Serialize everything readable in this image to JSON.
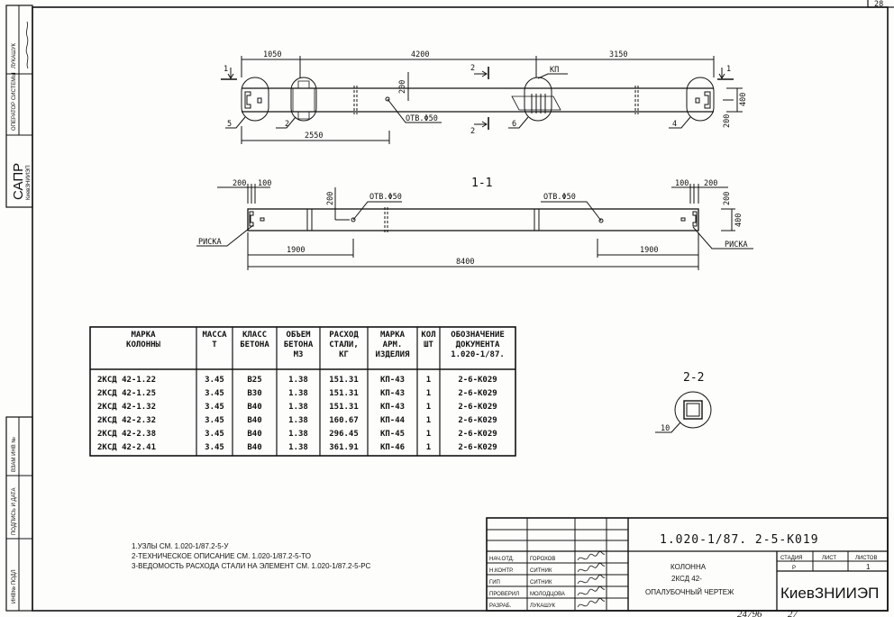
{
  "sheet_number": "28",
  "left_strip": {
    "operator_name": "ЛУКАШУК",
    "operator_label": "ОПЕРАТОР СИСТЕМЫ",
    "sapr": "САПР",
    "sapr_org": "КиевЗНИИЭП",
    "vzam_inv": "ВЗАМ ИНВ №",
    "podpis_data": "ПОДПИСЬ И ДАТА",
    "inv_podl": "ИНВ№ ПОДЛ"
  },
  "plan_view": {
    "dims": {
      "d1050": "1050",
      "d4200": "4200",
      "d3150": "3150",
      "d2550": "2550",
      "d200_top": "200",
      "d400": "400",
      "d200_right": "200"
    },
    "section_mark_1": "1",
    "section_mark_2": "2",
    "kp_label": "КП",
    "hole_label": "ОТВ.Φ50",
    "callouts": [
      "5",
      "2",
      "6",
      "4"
    ]
  },
  "section_1_1": {
    "title": "1-1",
    "dims": {
      "l200": "200",
      "l100": "100",
      "r100": "100",
      "r200": "200",
      "v200_left": "200",
      "v200_right": "200",
      "v400": "400",
      "d1900_left": "1900",
      "d1900_right": "1900",
      "d8400": "8400"
    },
    "hole_label_left": "ОТВ.Φ50",
    "hole_label_right": "ОТВ.Φ50",
    "riska_left": "РИСКА",
    "riska_right": "РИСКА"
  },
  "section_2_2": {
    "title": "2-2",
    "callout": "10"
  },
  "table": {
    "headers": [
      [
        "МАРКА",
        "КОЛОННЫ"
      ],
      [
        "МАССА",
        "Т"
      ],
      [
        "КЛАСС",
        "БЕТОНА"
      ],
      [
        "ОБЪЕМ",
        "БЕТОНА",
        "М3"
      ],
      [
        "РАСХОД",
        "СТАЛИ,",
        "КГ"
      ],
      [
        "МАРКА",
        "АРМ.",
        "ИЗДЕЛИЯ"
      ],
      [
        "КОЛ",
        "ШТ"
      ],
      [
        "ОБОЗНАЧЕНИЕ",
        "ДОКУМЕНТА",
        "1.020-1/87."
      ]
    ],
    "rows": [
      [
        "2КСД 42-1.22",
        "3.45",
        "B25",
        "1.38",
        "151.31",
        "КП-43",
        "1",
        "2-6-К029"
      ],
      [
        "2КСД 42-1.25",
        "3.45",
        "B30",
        "1.38",
        "151.31",
        "КП-43",
        "1",
        "2-6-К029"
      ],
      [
        "2КСД 42-1.32",
        "3.45",
        "B40",
        "1.38",
        "151.31",
        "КП-43",
        "1",
        "2-6-К029"
      ],
      [
        "2КСД 42-2.32",
        "3.45",
        "B40",
        "1.38",
        "160.67",
        "КП-44",
        "1",
        "2-6-К029"
      ],
      [
        "2КСД 42-2.38",
        "3.45",
        "B40",
        "1.38",
        "296.45",
        "КП-45",
        "1",
        "2-6-К029"
      ],
      [
        "2КСД 42-2.41",
        "3.45",
        "B40",
        "1.38",
        "361.91",
        "КП-46",
        "1",
        "2-6-К029"
      ]
    ]
  },
  "notes": [
    "1.УЗЛЫ СМ. 1.020-1/87.2-5-У",
    "2-ТЕХНИЧЕСКОЕ ОПИСАНИЕ СМ. 1.020-1/87.2-5-ТО",
    "3-ВЕДОМОСТЬ РАСХОДА СТАЛИ НА ЭЛЕМЕНТ СМ. 1.020-1/87.2-5-РС"
  ],
  "title_block": {
    "doc_code": "1.020-1/87. 2-5-К019",
    "roles": [
      {
        "role": "НАЧ.ОТД.",
        "name": "ГОРОХОВ"
      },
      {
        "role": "Н.КОНТР.",
        "name": "СИТНИК"
      },
      {
        "role": "ГИП",
        "name": "СИТНИК"
      },
      {
        "role": "ПРОВЕРИЛ",
        "name": "МОЛОДЦОВА"
      },
      {
        "role": "РАЗРАБ.",
        "name": "ЛУКАШУК"
      }
    ],
    "title_lines": [
      "КОЛОННА",
      "2КСД 42-",
      "ОПАЛУБОЧНЫЙ ЧЕРТЕЖ"
    ],
    "stage_label": "СТАДИЯ",
    "sheet_label": "ЛИСТ",
    "sheets_label": "ЛИСТОВ",
    "stage_value": "Р",
    "sheet_value": "",
    "sheets_value": "1",
    "organization": "КиевЗНИИЭП"
  },
  "handwritten": {
    "number": "24796",
    "page": "27"
  }
}
